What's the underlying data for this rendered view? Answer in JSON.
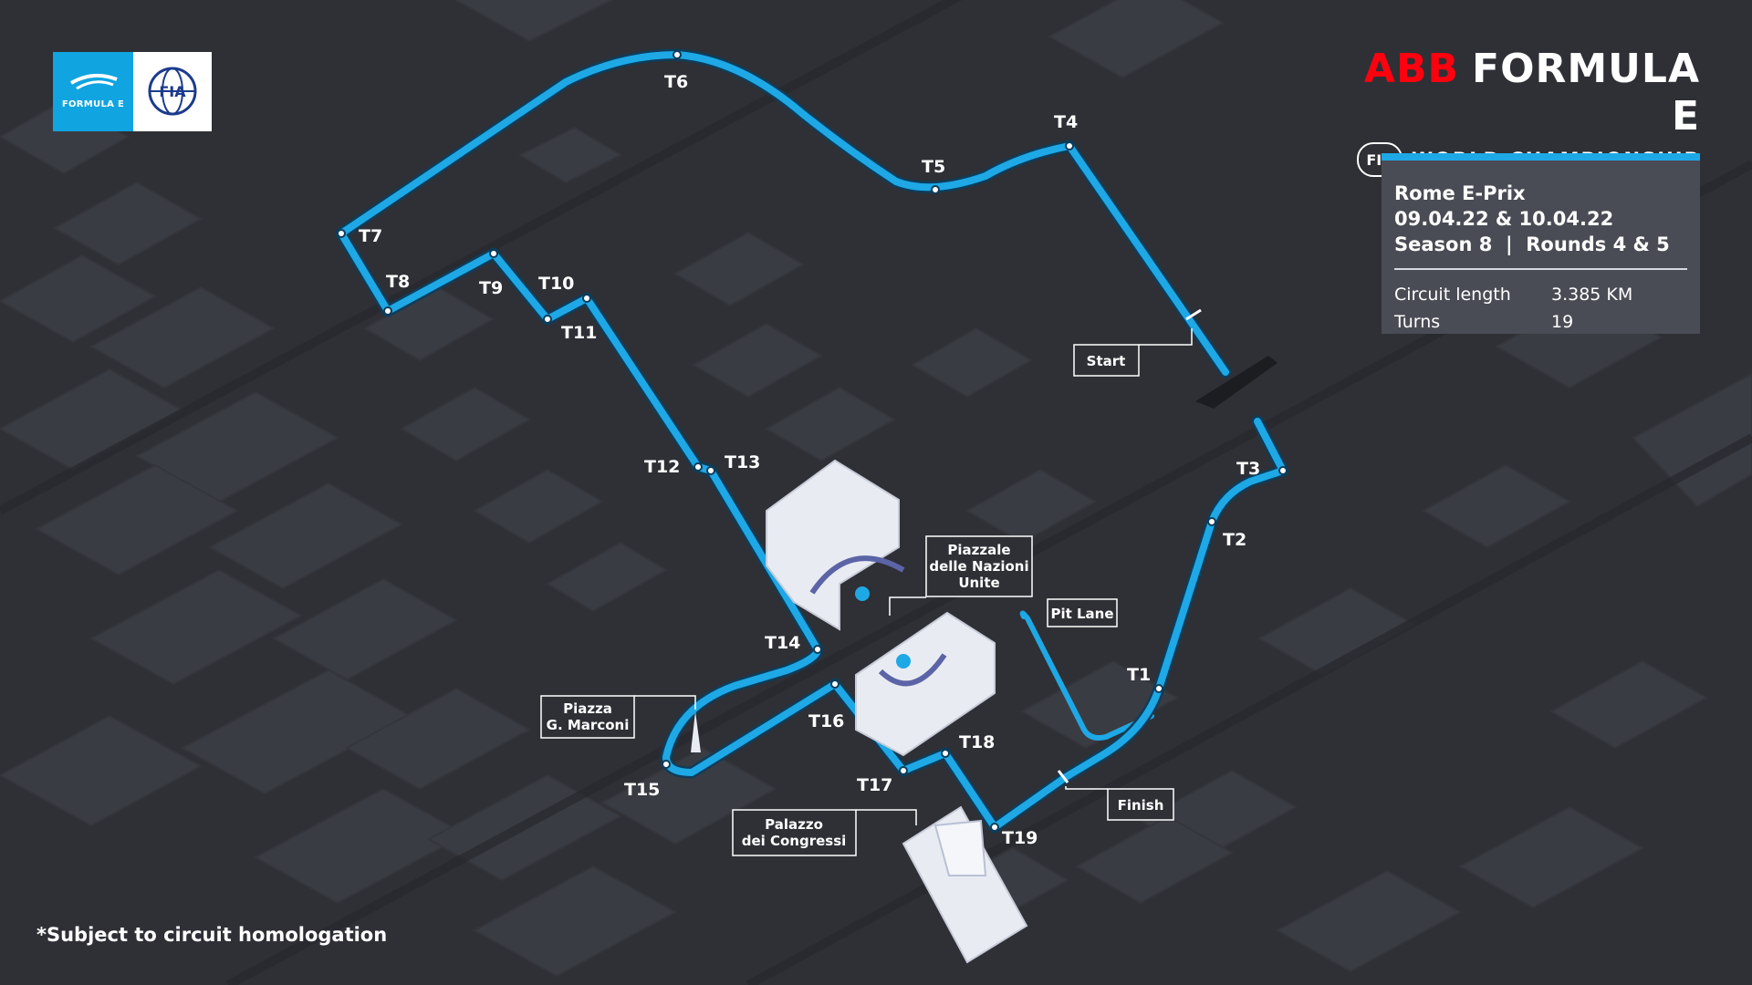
{
  "branding": {
    "fe_logo_text": "FORMULA E",
    "fia_logo_text": "FIA",
    "abb": "ABB",
    "formula_e": "FORMULA E",
    "fia_badge": "FIA",
    "world_championship": "WORLD CHAMPIONSHIP"
  },
  "event": {
    "name": "Rome E-Prix",
    "dates": "09.04.22 & 10.04.22",
    "season": "Season 8  |  Rounds 4 & 5",
    "stats": [
      {
        "label": "Circuit length",
        "value": "3.385 KM"
      },
      {
        "label": "Turns",
        "value": "19"
      }
    ]
  },
  "turns": [
    "T1",
    "T2",
    "T3",
    "T4",
    "T5",
    "T6",
    "T7",
    "T8",
    "T9",
    "T10",
    "T11",
    "T12",
    "T13",
    "T14",
    "T15",
    "T16",
    "T17",
    "T18",
    "T19"
  ],
  "landmarks": {
    "start": "Start",
    "finish": "Finish",
    "pit_lane": "Pit Lane",
    "piazzale_line1": "Piazzale",
    "piazzale_line2": "delle Nazioni",
    "piazzale_line3": "Unite",
    "marconi_line1": "Piazza",
    "marconi_line2": "G. Marconi",
    "palazzo_line1": "Palazzo",
    "palazzo_line2": "dei Congressi"
  },
  "footnote": "*Subject to circuit homologation",
  "colors": {
    "background": "#2e3036",
    "track": "#1ea8e6",
    "fe_blue": "#10a4e0",
    "abb_red": "#ff000f",
    "card": "#4a4c55"
  }
}
